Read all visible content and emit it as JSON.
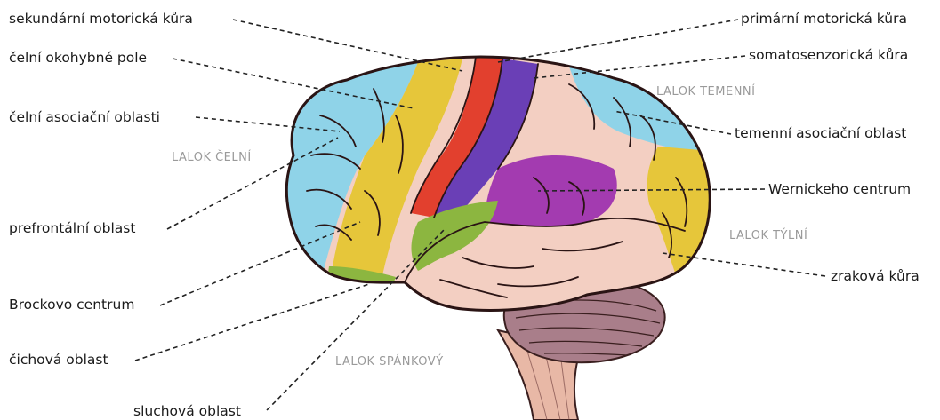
{
  "labels_left": [
    {
      "id": "sekundarni",
      "text": "sekundární motorická kůra"
    },
    {
      "id": "okohybne",
      "text": "čelní okohybné pole"
    },
    {
      "id": "asociacni",
      "text": "čelní asociační oblasti"
    },
    {
      "id": "prefrontalni",
      "text": "prefrontální oblast"
    },
    {
      "id": "brockovo",
      "text": "Brockovo centrum"
    },
    {
      "id": "cichova",
      "text": "čichová oblast"
    },
    {
      "id": "sluchova",
      "text": "sluchová oblast"
    }
  ],
  "labels_right": [
    {
      "id": "primarni",
      "text": "primární motorická kůra"
    },
    {
      "id": "somato",
      "text": "somatosenzorická kůra"
    },
    {
      "id": "temenni",
      "text": "temenní asociační oblast"
    },
    {
      "id": "wernicke",
      "text": "Wernickeho centrum"
    },
    {
      "id": "zrakova",
      "text": "zraková kůra"
    }
  ],
  "lobes": {
    "temenni": "LALOK TEMENNÍ",
    "celni": "LALOK ČELNÍ",
    "tylni": "LALOK TÝLNÍ",
    "spankovy": "LALOK SPÁNKOVÝ"
  },
  "colors": {
    "frontal_blue": "#8fd3e8",
    "yellow": "#e6c63a",
    "red": "#e2402e",
    "purple": "#6a3fb6",
    "magenta": "#a33bb0",
    "green": "#8cb640",
    "pink": "#f3cfc2",
    "cerebellum": "#a97e8a",
    "brainstem": "#e8b8a6"
  }
}
